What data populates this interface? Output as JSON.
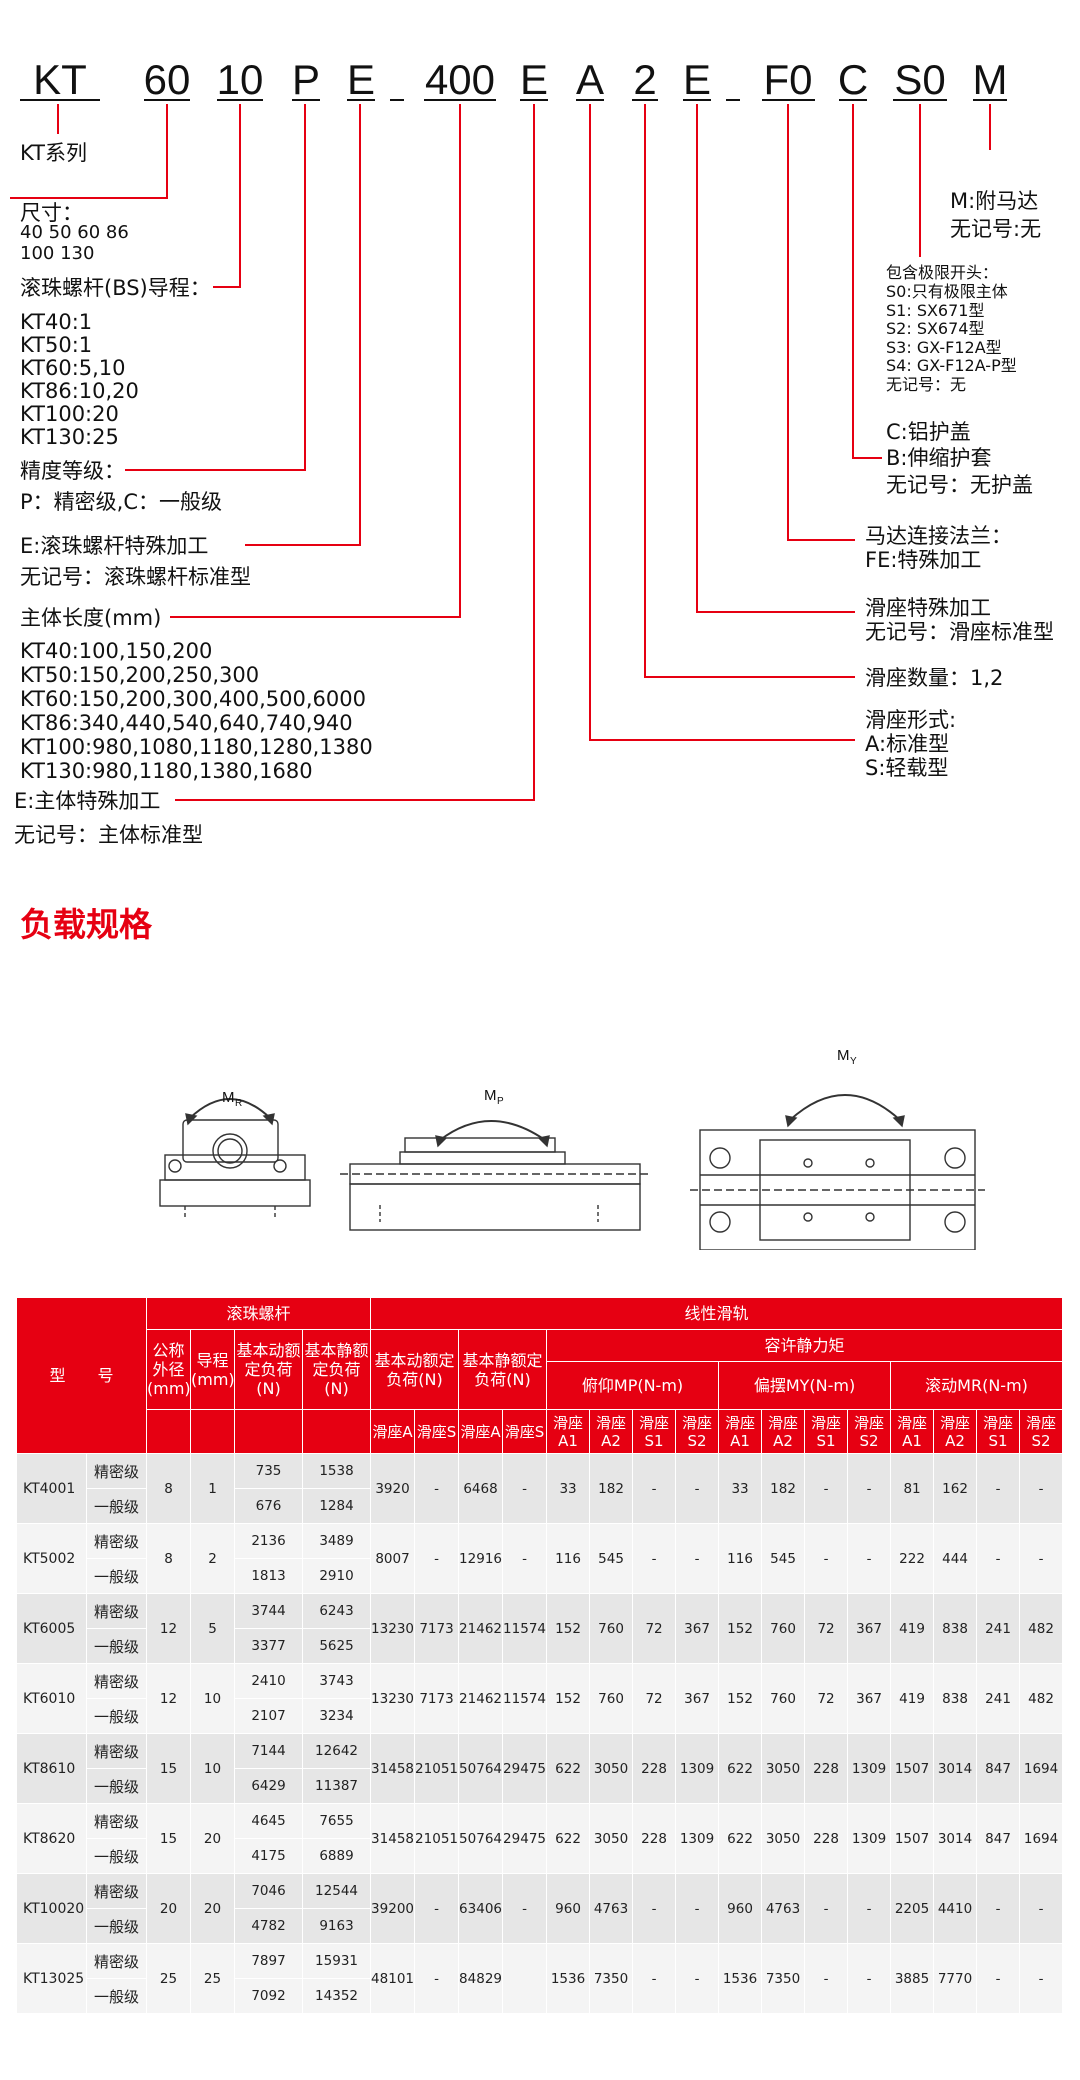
{
  "code_segments": [
    "KT",
    "60",
    "10",
    "P",
    "E",
    "400",
    "E",
    "A",
    "2",
    "E",
    "F0",
    "C",
    "S0",
    "M"
  ],
  "series": "KT系列",
  "size": {
    "label": "尺寸：",
    "values": [
      "40 50 60 86",
      "100 130"
    ]
  },
  "lead": {
    "label": "滚珠螺杆(BS)导程：",
    "values": [
      "KT40:1",
      "KT50:1",
      "KT60:5,10",
      "KT86:10,20",
      "KT100:20",
      "KT130:25"
    ]
  },
  "precision": {
    "label": "精度等级：",
    "desc": "P：精密级,C：一般级"
  },
  "screw_special": {
    "label": "E:滚珠螺杆特殊加工",
    "desc": "无记号：滚珠螺杆标准型"
  },
  "length": {
    "label": "主体长度(mm)",
    "values": [
      "KT40:100,150,200",
      "KT50:150,200,250,300",
      "KT60:150,200,300,400,500,6000",
      "KT86:340,440,540,640,740,940",
      "KT100:980,1080,1180,1280,1380",
      "KT130:980,1180,1380,1680"
    ]
  },
  "body_special": {
    "label": "E:主体特殊加工",
    "desc": "无记号：主体标准型"
  },
  "motor": {
    "lines": [
      "M:附马达",
      "无记号:无"
    ]
  },
  "limit": {
    "lines": [
      "包含极限开头：",
      "S0:只有极限主体",
      "S1: SX671型",
      "S2: SX674型",
      "S3: GX-F12A型",
      "S4: GX-F12A-P型",
      "无记号：无"
    ]
  },
  "cover": {
    "lines": [
      "C:铝护盖",
      "B:伸缩护套",
      "无记号：无护盖"
    ]
  },
  "flange": {
    "lines": [
      "马达连接法兰：",
      "FE:特殊加工"
    ]
  },
  "slider_special": {
    "lines": [
      "滑座特殊加工",
      "无记号：滑座标准型"
    ]
  },
  "slider_qty": {
    "text": "滑座数量：1,2"
  },
  "slider_type": {
    "lines": [
      "滑座形式:",
      "A:标准型",
      "S:轻载型"
    ]
  },
  "section_title": "负载规格",
  "moment_labels": {
    "mr": "M",
    "mr_sub": "R",
    "mp": "M",
    "mp_sub": "P",
    "my": "M",
    "my_sub": "Y"
  },
  "table": {
    "model_header": "型　　号",
    "ballscrew_header": "滚珠螺杆",
    "linear_header": "线性滑轨",
    "static_moment_header": "容许静力矩",
    "dia_header": "公称外径",
    "dia_unit": "(mm)",
    "lead_header": "导程",
    "lead_unit": "(mm)",
    "bs_dyn_header": "基本动额定负荷(N)",
    "bs_sta_header": "基本静额定负荷(N)",
    "lr_dyn_header": "基本动额定负荷(N)",
    "lr_sta_header": "基本静额定负荷(N)",
    "mp_header": "俯仰MP(N-m)",
    "my_header": "偏摆MY(N-m)",
    "mr_header": "滚动MR(N-m)",
    "sub_headers": [
      "滑座A",
      "滑座S",
      "滑座A",
      "滑座S",
      "滑座A1",
      "滑座A2",
      "滑座S1",
      "滑座S2",
      "滑座A1",
      "滑座A2",
      "滑座S1",
      "滑座S2",
      "滑座A1",
      "滑座A2",
      "滑座S1",
      "滑座S2"
    ],
    "grades": [
      "精密级",
      "一般级"
    ],
    "rows": [
      {
        "model": "KT4001",
        "dia": "8",
        "lead": "1",
        "bs": [
          [
            "735",
            "1538"
          ],
          [
            "676",
            "1284"
          ]
        ],
        "vals": [
          "3920",
          "-",
          "6468",
          "-",
          "33",
          "182",
          "-",
          "-",
          "33",
          "182",
          "-",
          "-",
          "81",
          "162",
          "-",
          "-"
        ]
      },
      {
        "model": "KT5002",
        "dia": "8",
        "lead": "2",
        "bs": [
          [
            "2136",
            "3489"
          ],
          [
            "1813",
            "2910"
          ]
        ],
        "vals": [
          "8007",
          "-",
          "12916",
          "-",
          "116",
          "545",
          "-",
          "-",
          "116",
          "545",
          "-",
          "-",
          "222",
          "444",
          "-",
          "-"
        ]
      },
      {
        "model": "KT6005",
        "dia": "12",
        "lead": "5",
        "bs": [
          [
            "3744",
            "6243"
          ],
          [
            "3377",
            "5625"
          ]
        ],
        "vals": [
          "13230",
          "7173",
          "21462",
          "11574",
          "152",
          "760",
          "72",
          "367",
          "152",
          "760",
          "72",
          "367",
          "419",
          "838",
          "241",
          "482"
        ]
      },
      {
        "model": "KT6010",
        "dia": "12",
        "lead": "10",
        "bs": [
          [
            "2410",
            "3743"
          ],
          [
            "2107",
            "3234"
          ]
        ],
        "vals": [
          "13230",
          "7173",
          "21462",
          "11574",
          "152",
          "760",
          "72",
          "367",
          "152",
          "760",
          "72",
          "367",
          "419",
          "838",
          "241",
          "482"
        ]
      },
      {
        "model": "KT8610",
        "dia": "15",
        "lead": "10",
        "bs": [
          [
            "7144",
            "12642"
          ],
          [
            "6429",
            "11387"
          ]
        ],
        "vals": [
          "31458",
          "21051",
          "50764",
          "29475",
          "622",
          "3050",
          "228",
          "1309",
          "622",
          "3050",
          "228",
          "1309",
          "1507",
          "3014",
          "847",
          "1694"
        ]
      },
      {
        "model": "KT8620",
        "dia": "15",
        "lead": "20",
        "bs": [
          [
            "4645",
            "7655"
          ],
          [
            "4175",
            "6889"
          ]
        ],
        "vals": [
          "31458",
          "21051",
          "50764",
          "29475",
          "622",
          "3050",
          "228",
          "1309",
          "622",
          "3050",
          "228",
          "1309",
          "1507",
          "3014",
          "847",
          "1694"
        ]
      },
      {
        "model": "KT10020",
        "dia": "20",
        "lead": "20",
        "bs": [
          [
            "7046",
            "12544"
          ],
          [
            "4782",
            "9163"
          ]
        ],
        "vals": [
          "39200",
          "-",
          "63406",
          "-",
          "960",
          "4763",
          "-",
          "-",
          "960",
          "4763",
          "-",
          "-",
          "2205",
          "4410",
          "-",
          "-"
        ]
      },
      {
        "model": "KT13025",
        "dia": "25",
        "lead": "25",
        "bs": [
          [
            "7897",
            "15931"
          ],
          [
            "7092",
            "14352"
          ]
        ],
        "vals": [
          "48101",
          "-",
          "84829",
          "",
          "1536",
          "7350",
          "-",
          "-",
          "1536",
          "7350",
          "-",
          "-",
          "3885",
          "7770",
          "-",
          "-"
        ]
      }
    ]
  },
  "colors": {
    "accent": "#e60012",
    "row_dark": "#e6e6e6",
    "row_light": "#f4f4f4"
  }
}
